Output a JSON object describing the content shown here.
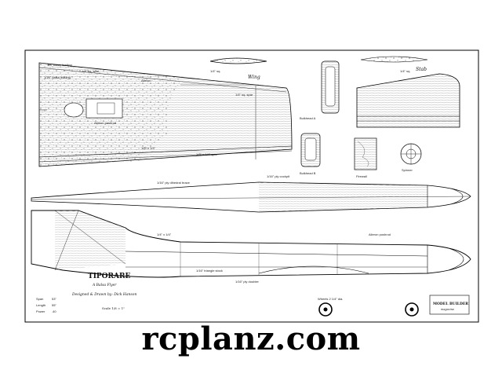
{
  "plan": {
    "title": "TIPORARE",
    "subtitle": "A Balsa Flyer",
    "credit": "Designed & Drawn by: Dick Hanson",
    "scale_note": "Scale 1/8 = 1\"",
    "wing_label": "Wing",
    "stab_label": "Stab",
    "specs": [
      {
        "label": "Span",
        "value": "53\""
      },
      {
        "label": "Length",
        "value": "55\""
      },
      {
        "label": "Power",
        "value": ".40"
      }
    ],
    "notes": [
      "1/16\" balsa leading",
      "1/4\" sq. spar",
      "1/8\" x 1/4\" spar",
      "1/16\" ply dihedral brace",
      "Bulkhead A",
      "Bulkhead B",
      "Firewall",
      "Spinner",
      "1/16\" ply doubler",
      "Wheels 2 1/4\" dia.",
      "Aileron pushrod"
    ],
    "publisher": "MODEL BUILDER",
    "publisher_sub": "magazine"
  },
  "watermark": "rcplanz.com"
}
